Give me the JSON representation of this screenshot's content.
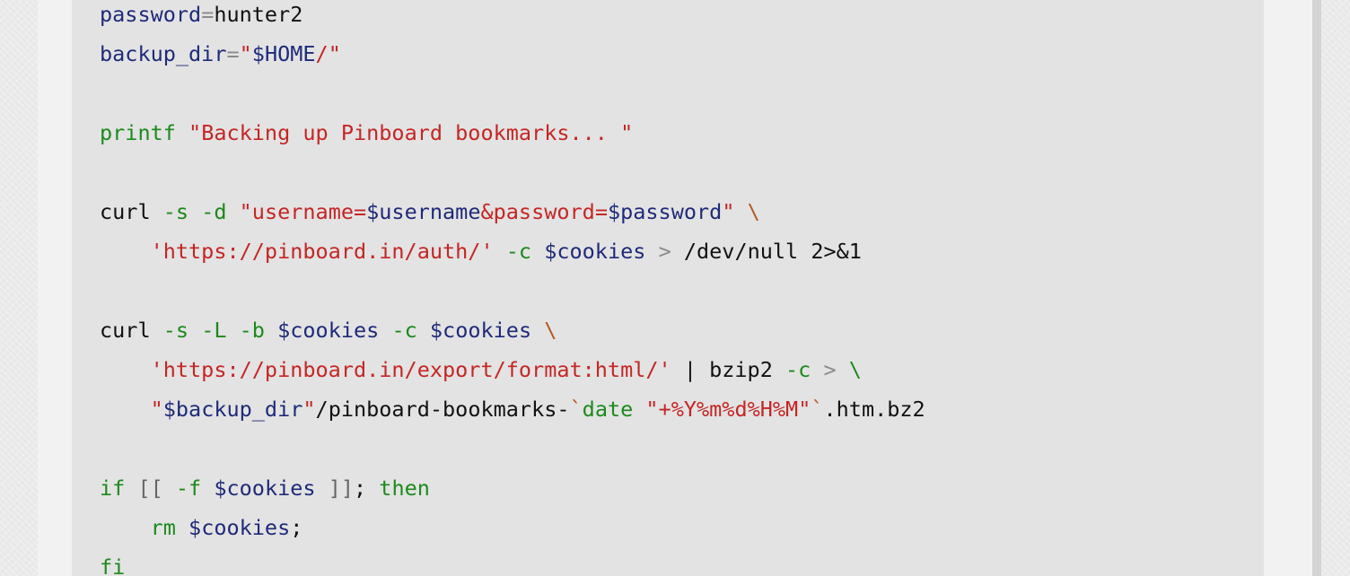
{
  "code": {
    "lines": [
      [
        {
          "t": "password",
          "c": "var"
        },
        {
          "t": "=",
          "c": "op"
        },
        {
          "t": "hunter2",
          "c": "plain"
        }
      ],
      [
        {
          "t": "backup_dir",
          "c": "var"
        },
        {
          "t": "=",
          "c": "op"
        },
        {
          "t": "\"",
          "c": "str"
        },
        {
          "t": "$HOME",
          "c": "var"
        },
        {
          "t": "/\"",
          "c": "str"
        }
      ],
      [],
      [
        {
          "t": "printf",
          "c": "kw"
        },
        {
          "t": " ",
          "c": "plain"
        },
        {
          "t": "\"Backing up Pinboard bookmarks... \"",
          "c": "str"
        }
      ],
      [],
      [
        {
          "t": "curl",
          "c": "plain"
        },
        {
          "t": " ",
          "c": "plain"
        },
        {
          "t": "-s",
          "c": "flag"
        },
        {
          "t": " ",
          "c": "plain"
        },
        {
          "t": "-d",
          "c": "flag"
        },
        {
          "t": " ",
          "c": "plain"
        },
        {
          "t": "\"username=",
          "c": "str"
        },
        {
          "t": "$username",
          "c": "var"
        },
        {
          "t": "&password=",
          "c": "str"
        },
        {
          "t": "$password",
          "c": "var"
        },
        {
          "t": "\"",
          "c": "str"
        },
        {
          "t": " ",
          "c": "plain"
        },
        {
          "t": "\\",
          "c": "cont"
        }
      ],
      [
        {
          "t": "    ",
          "c": "plain"
        },
        {
          "t": "'https://pinboard.in/auth/'",
          "c": "str"
        },
        {
          "t": " ",
          "c": "plain"
        },
        {
          "t": "-c",
          "c": "flag"
        },
        {
          "t": " ",
          "c": "plain"
        },
        {
          "t": "$cookies",
          "c": "var"
        },
        {
          "t": " ",
          "c": "plain"
        },
        {
          "t": ">",
          "c": "op"
        },
        {
          "t": " /dev/null 2>&1",
          "c": "plain"
        }
      ],
      [],
      [
        {
          "t": "curl",
          "c": "plain"
        },
        {
          "t": " ",
          "c": "plain"
        },
        {
          "t": "-s",
          "c": "flag"
        },
        {
          "t": " ",
          "c": "plain"
        },
        {
          "t": "-L",
          "c": "flag"
        },
        {
          "t": " ",
          "c": "plain"
        },
        {
          "t": "-b",
          "c": "flag"
        },
        {
          "t": " ",
          "c": "plain"
        },
        {
          "t": "$cookies",
          "c": "var"
        },
        {
          "t": " ",
          "c": "plain"
        },
        {
          "t": "-c",
          "c": "flag"
        },
        {
          "t": " ",
          "c": "plain"
        },
        {
          "t": "$cookies",
          "c": "var"
        },
        {
          "t": " ",
          "c": "plain"
        },
        {
          "t": "\\",
          "c": "cont"
        }
      ],
      [
        {
          "t": "    ",
          "c": "plain"
        },
        {
          "t": "'https://pinboard.in/export/format:html/'",
          "c": "str"
        },
        {
          "t": " | bzip2 ",
          "c": "plain"
        },
        {
          "t": "-c",
          "c": "flag"
        },
        {
          "t": " ",
          "c": "plain"
        },
        {
          "t": ">",
          "c": "op"
        },
        {
          "t": " ",
          "c": "plain"
        },
        {
          "t": "\\",
          "c": "kw"
        }
      ],
      [
        {
          "t": "    ",
          "c": "plain"
        },
        {
          "t": "\"",
          "c": "str"
        },
        {
          "t": "$backup_dir",
          "c": "var"
        },
        {
          "t": "\"",
          "c": "str"
        },
        {
          "t": "/pinboard-bookmarks-",
          "c": "plain"
        },
        {
          "t": "`",
          "c": "cont"
        },
        {
          "t": "date",
          "c": "kw"
        },
        {
          "t": " ",
          "c": "plain"
        },
        {
          "t": "\"+%Y%m%d%H%M\"",
          "c": "str"
        },
        {
          "t": "`",
          "c": "cont"
        },
        {
          "t": ".htm.bz2",
          "c": "plain"
        }
      ],
      [],
      [
        {
          "t": "if",
          "c": "kw"
        },
        {
          "t": " ",
          "c": "plain"
        },
        {
          "t": "[[",
          "c": "punct"
        },
        {
          "t": " ",
          "c": "plain"
        },
        {
          "t": "-f",
          "c": "flag"
        },
        {
          "t": " ",
          "c": "plain"
        },
        {
          "t": "$cookies",
          "c": "var"
        },
        {
          "t": " ",
          "c": "plain"
        },
        {
          "t": "]]",
          "c": "punct"
        },
        {
          "t": "; ",
          "c": "plain"
        },
        {
          "t": "then",
          "c": "kw"
        }
      ],
      [
        {
          "t": "    ",
          "c": "plain"
        },
        {
          "t": "rm",
          "c": "kw"
        },
        {
          "t": " ",
          "c": "plain"
        },
        {
          "t": "$cookies",
          "c": "var"
        },
        {
          "t": ";",
          "c": "plain"
        }
      ],
      [
        {
          "t": "fi",
          "c": "kw"
        }
      ]
    ]
  }
}
